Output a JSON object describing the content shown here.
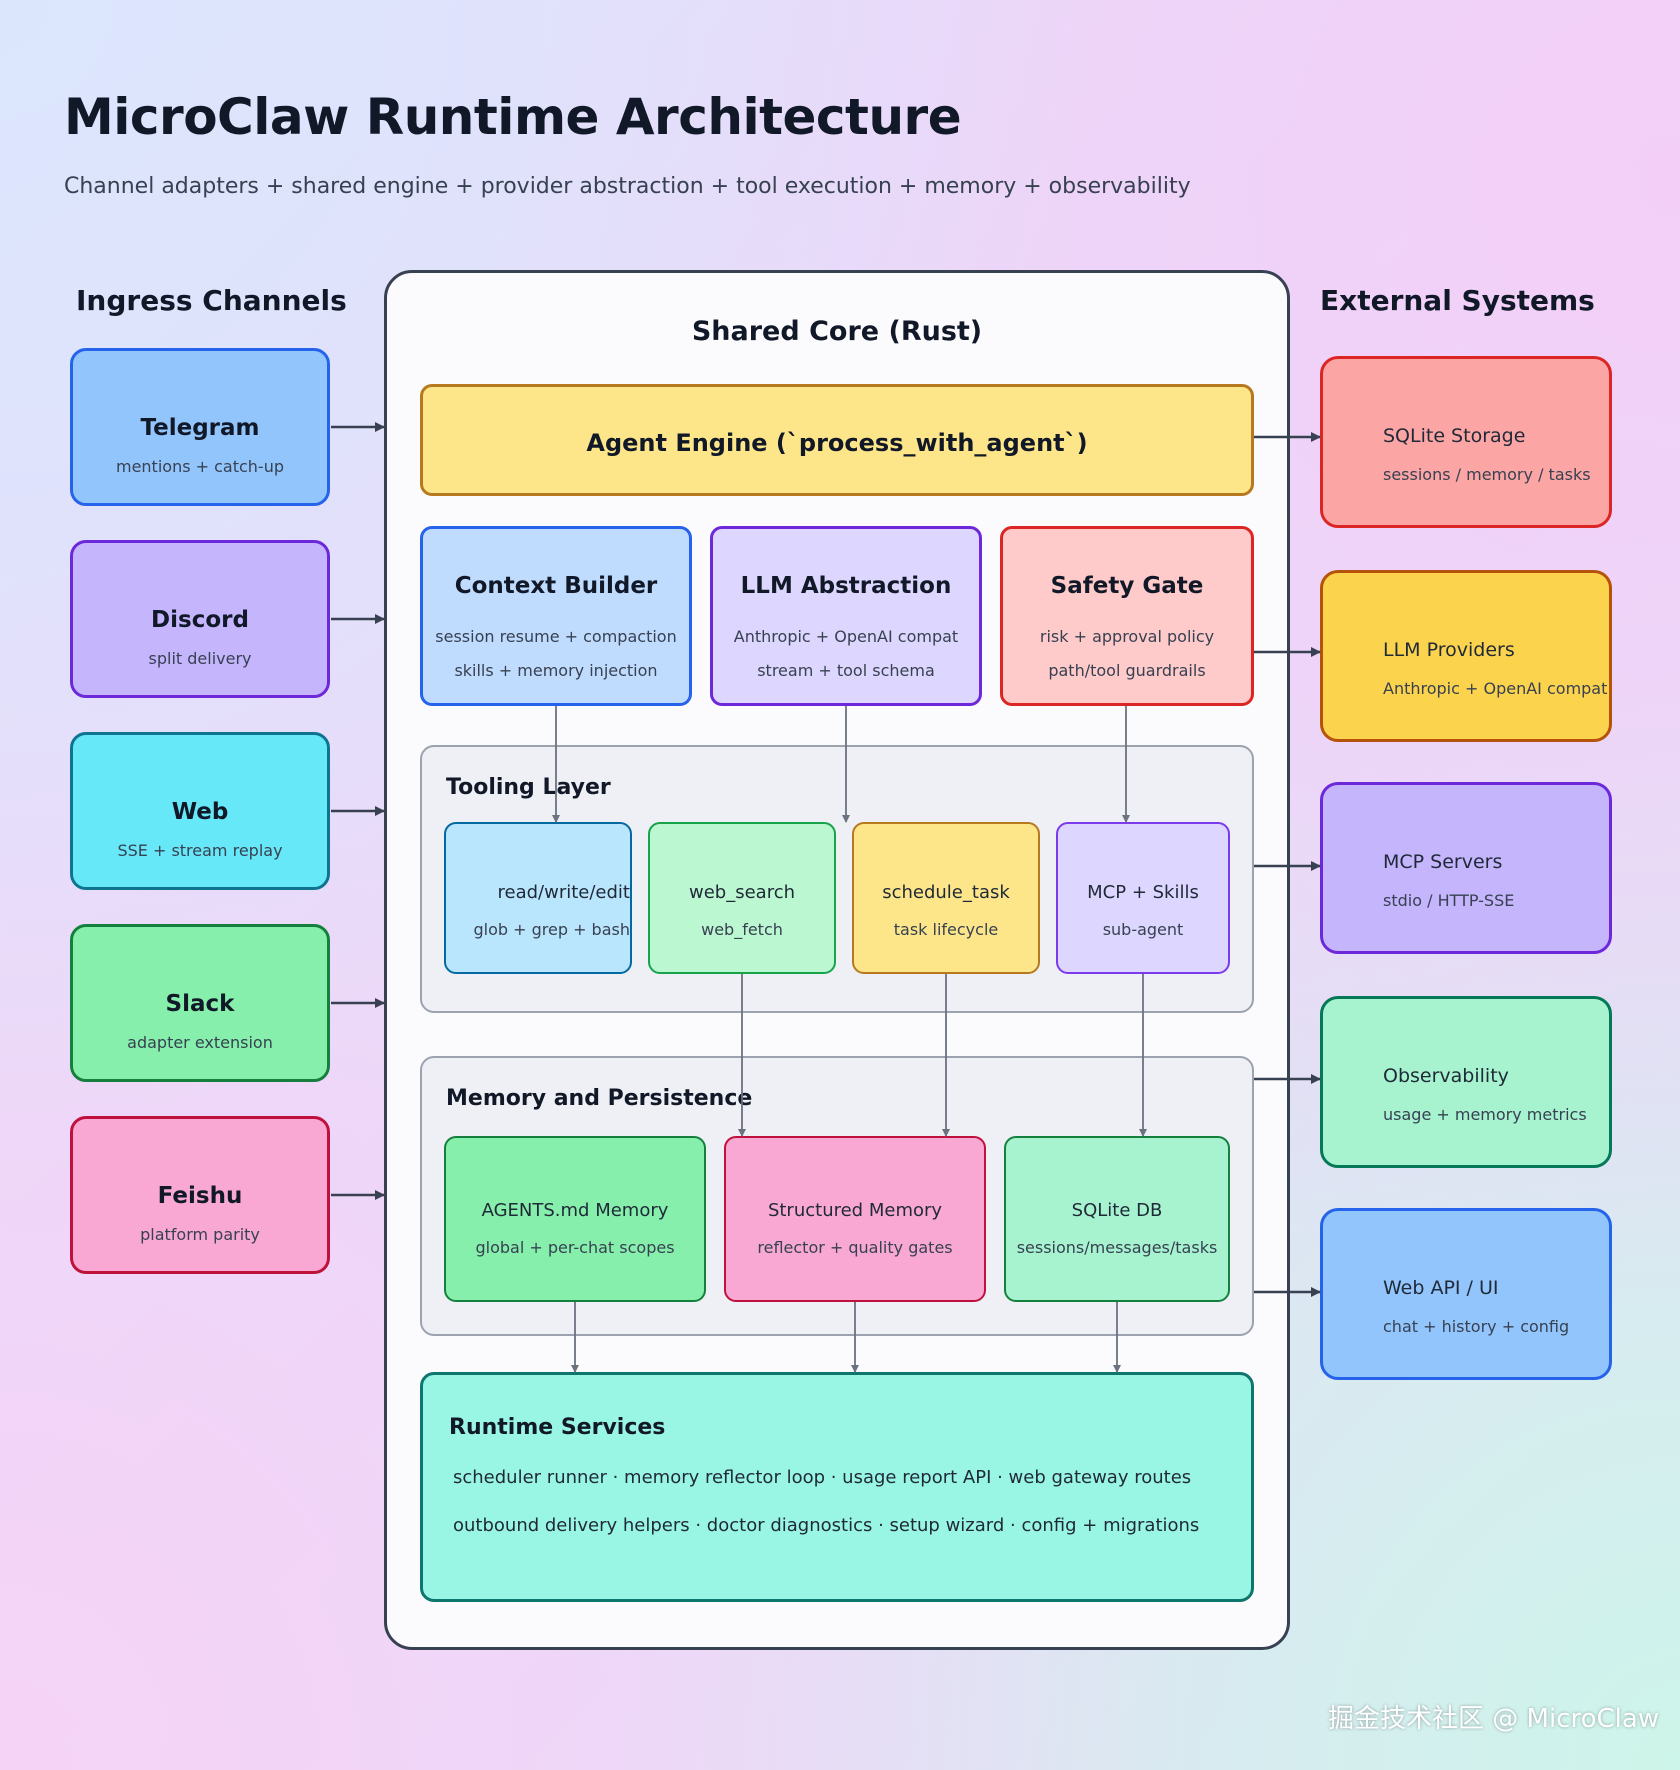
{
  "title": "MicroClaw Runtime Architecture",
  "subtitle": "Channel adapters + shared engine + provider abstraction + tool execution + memory + observability",
  "ingress": {
    "heading": "Ingress Channels",
    "channels": [
      {
        "title": "Telegram",
        "subtitle": "mentions + catch-up",
        "fill": "#93c5fd",
        "border": "#2563eb"
      },
      {
        "title": "Discord",
        "subtitle": "split delivery",
        "fill": "#c4b5fd",
        "border": "#6d28d9"
      },
      {
        "title": "Web",
        "subtitle": "SSE + stream replay",
        "fill": "#67e8f9",
        "border": "#0e7490"
      },
      {
        "title": "Slack",
        "subtitle": "adapter extension",
        "fill": "#86efac",
        "border": "#15803d"
      },
      {
        "title": "Feishu",
        "subtitle": "platform parity",
        "fill": "#f9a8d4",
        "border": "#be123c"
      }
    ]
  },
  "core": {
    "title": "Shared Core (Rust)",
    "engine": {
      "title": "Agent Engine (`process_with_agent`)",
      "fill": "#fde68a",
      "border": "#b7791f"
    },
    "components": [
      {
        "title": "Context Builder",
        "line1": "session resume + compaction",
        "line2": "skills + memory injection",
        "fill": "#bfdbfe",
        "border": "#2563eb"
      },
      {
        "title": "LLM Abstraction",
        "line1": "Anthropic + OpenAI compat",
        "line2": "stream + tool schema",
        "fill": "#ddd6fe",
        "border": "#6d28d9"
      },
      {
        "title": "Safety Gate",
        "line1": "risk + approval policy",
        "line2": "path/tool guardrails",
        "fill": "#fecaca",
        "border": "#dc2626"
      }
    ],
    "tooling": {
      "title": "Tooling Layer",
      "tools": [
        {
          "title": "read/write/edit",
          "subtitle": "glob + grep + bash",
          "fill": "#bae6fd",
          "border": "#0369a1"
        },
        {
          "title": "web_search",
          "subtitle": "web_fetch",
          "fill": "#bbf7d0",
          "border": "#16a34a"
        },
        {
          "title": "schedule_task",
          "subtitle": "task lifecycle",
          "fill": "#fde68a",
          "border": "#b7791f"
        },
        {
          "title": "MCP + Skills",
          "subtitle": "sub-agent",
          "fill": "#ddd6fe",
          "border": "#7c3aed"
        }
      ]
    },
    "memory": {
      "title": "Memory and Persistence",
      "stores": [
        {
          "title": "AGENTS.md Memory",
          "subtitle": "global + per-chat scopes",
          "fill": "#86efac",
          "border": "#15803d"
        },
        {
          "title": "Structured Memory",
          "subtitle": "reflector + quality gates",
          "fill": "#f9a8d4",
          "border": "#be123c"
        },
        {
          "title": "SQLite DB",
          "subtitle": "sessions/messages/tasks",
          "fill": "#a7f3d0",
          "border": "#15803d"
        }
      ]
    },
    "runtime": {
      "title": "Runtime Services",
      "line1": "scheduler runner · memory reflector loop · usage report API · web gateway routes",
      "line2": "outbound delivery helpers · doctor diagnostics · setup wizard · config + migrations"
    }
  },
  "external": {
    "heading": "External Systems",
    "systems": [
      {
        "title": "SQLite Storage",
        "subtitle": "sessions / memory / tasks",
        "fill": "#fca5a5",
        "border": "#dc2626"
      },
      {
        "title": "LLM Providers",
        "subtitle": "Anthropic + OpenAI compat",
        "fill": "#fcd34d",
        "border": "#b45309"
      },
      {
        "title": "MCP Servers",
        "subtitle": "stdio / HTTP-SSE",
        "fill": "#c4b5fd",
        "border": "#6d28d9"
      },
      {
        "title": "Observability",
        "subtitle": "usage + memory metrics",
        "fill": "#a7f3d0",
        "border": "#047857"
      },
      {
        "title": "Web API / UI",
        "subtitle": "chat + history + config",
        "fill": "#93c5fd",
        "border": "#2563eb"
      }
    ]
  },
  "watermark": "掘金技术社区 @ MicroClaw",
  "colors": {
    "edge": "#4b5563",
    "core_border": "#374151"
  }
}
